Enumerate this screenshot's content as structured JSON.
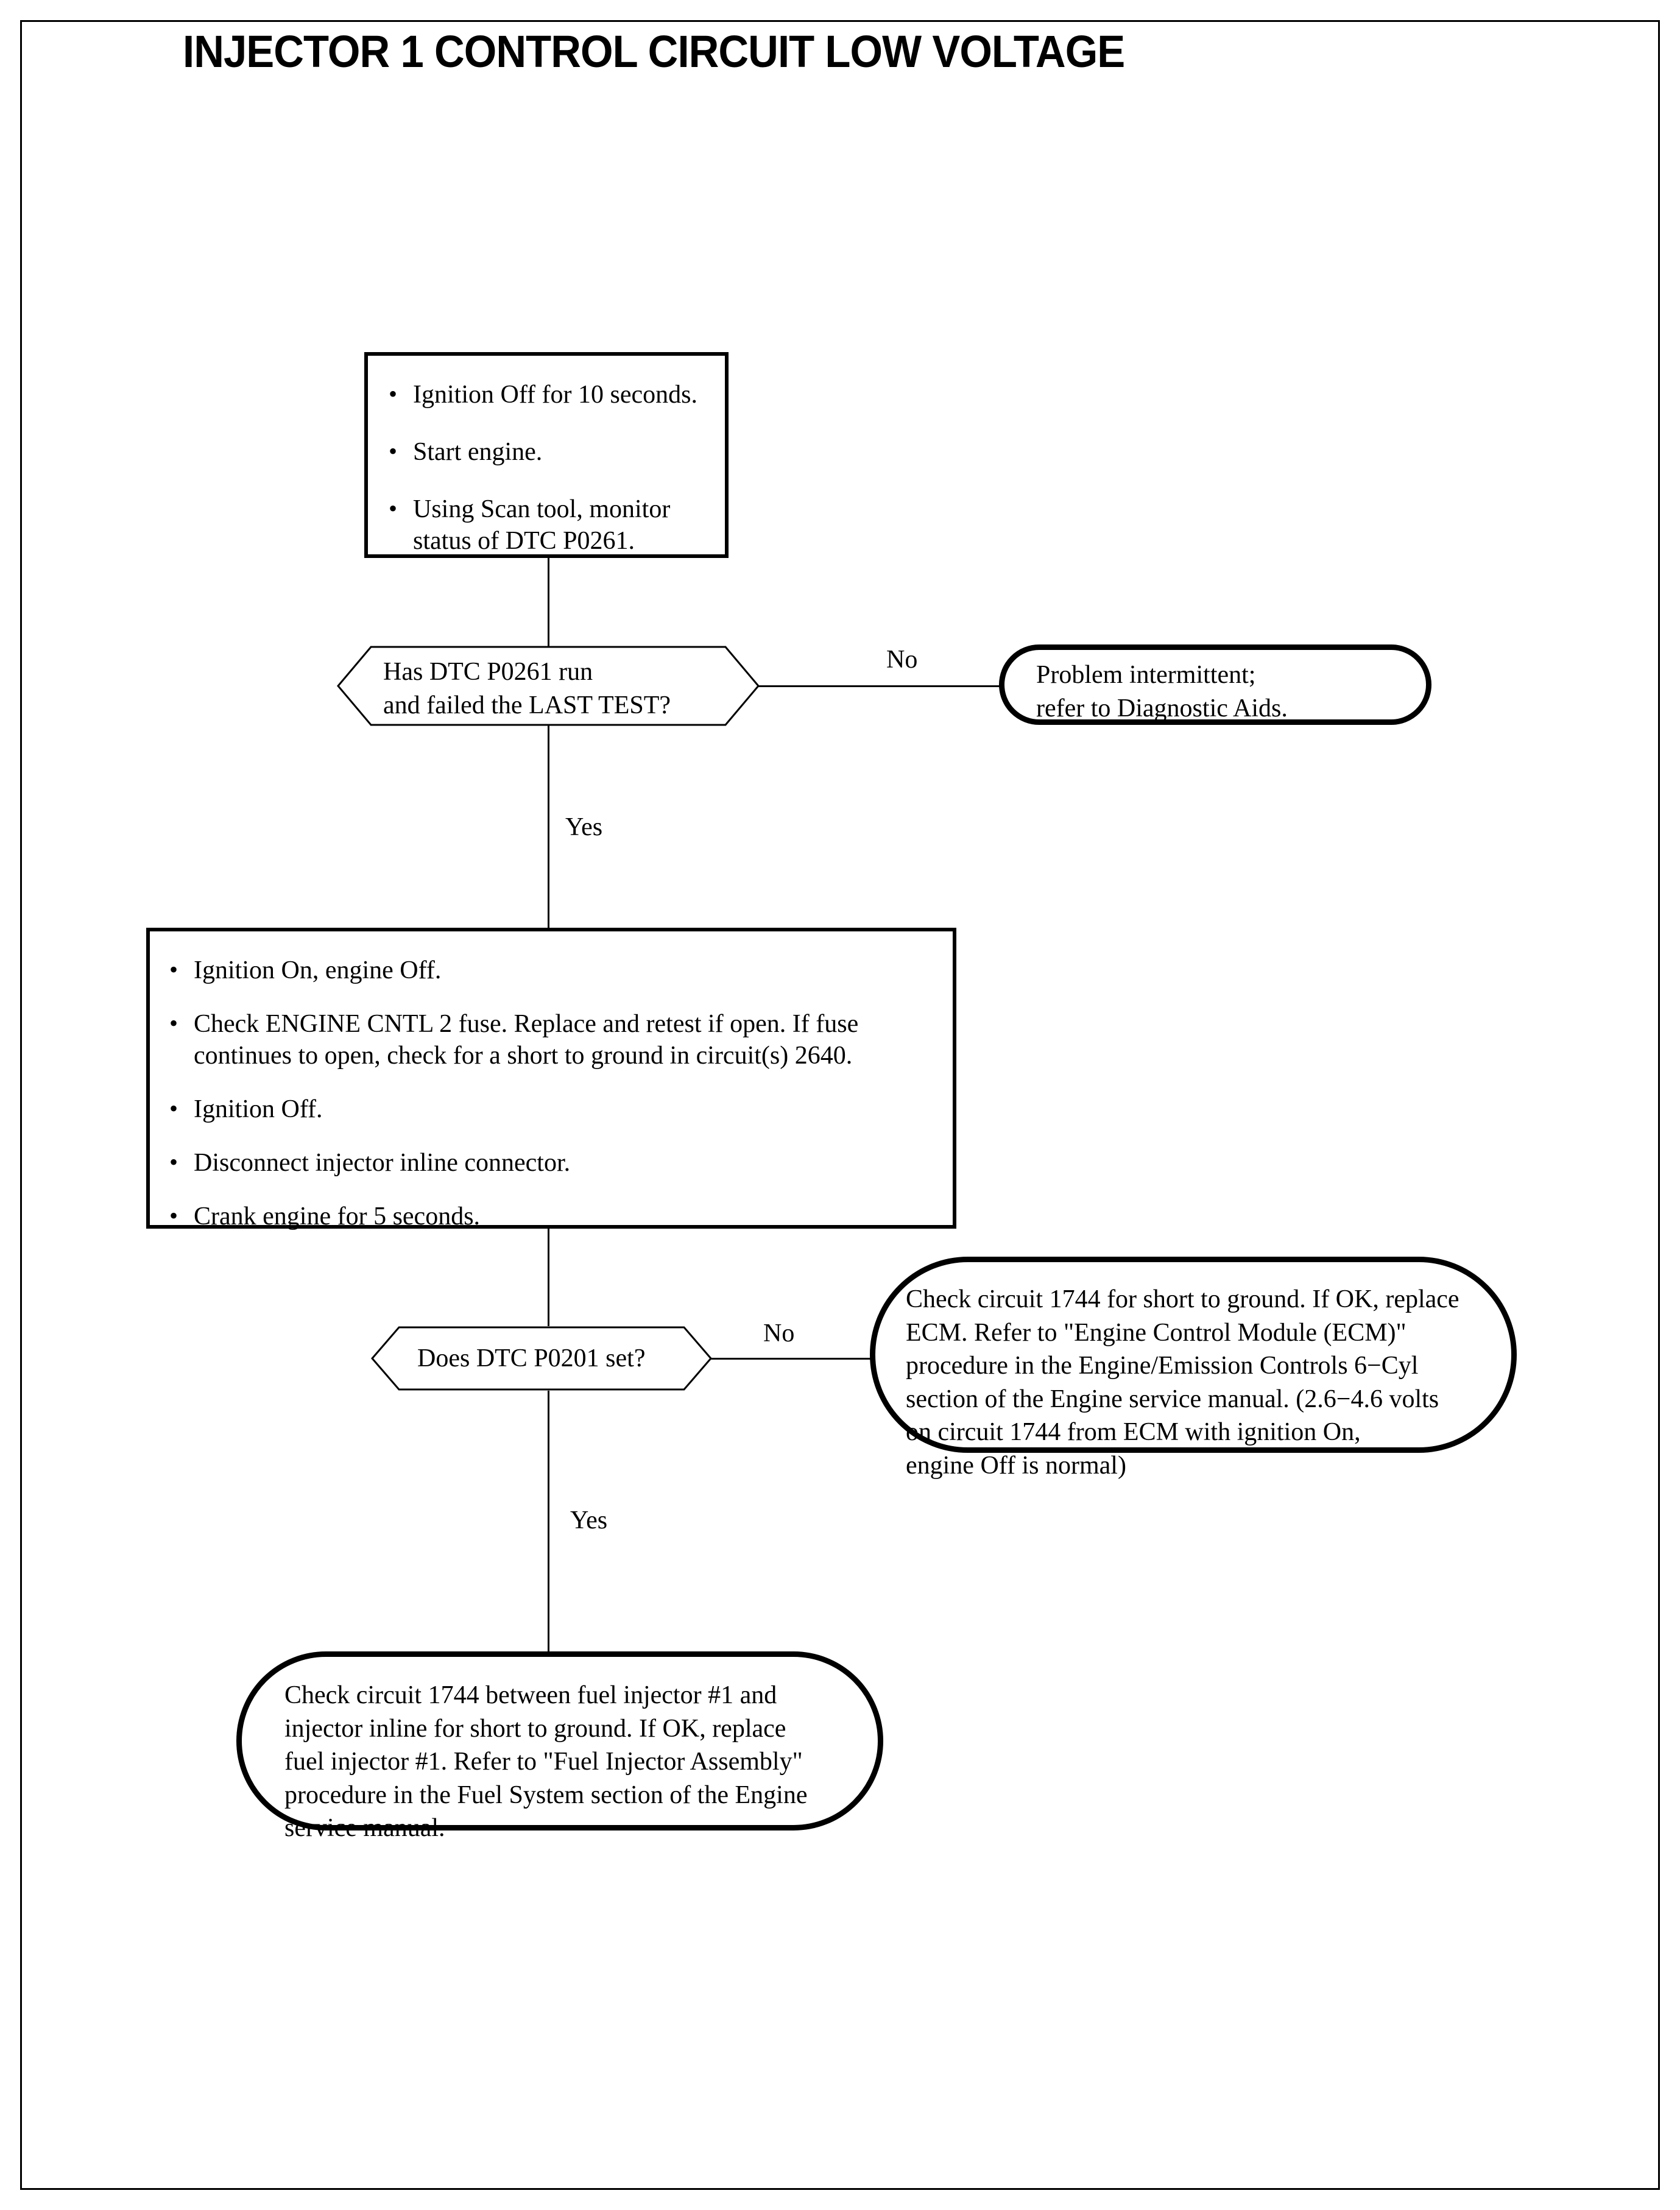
{
  "page": {
    "title": "INJECTOR 1 CONTROL CIRCUIT LOW VOLTAGE"
  },
  "nodes": {
    "step1": {
      "type": "process",
      "bullets": [
        "Ignition Off for 10 seconds.",
        "Start engine.",
        "Using Scan tool, monitor\nstatus of DTC P0261."
      ]
    },
    "decision1": {
      "type": "decision",
      "text": "Has DTC P0261 run\nand failed the LAST TEST?"
    },
    "terminal1": {
      "type": "terminator",
      "text": "Problem intermittent;\nrefer to Diagnostic Aids."
    },
    "step2": {
      "type": "process",
      "bullets": [
        "Ignition On, engine Off.",
        "Check ENGINE CNTL 2 fuse.  Replace and retest if open. If fuse\ncontinues to open, check for a short to ground in circuit(s) 2640.",
        "Ignition Off.",
        "Disconnect injector inline connector.",
        "Crank engine for 5 seconds."
      ]
    },
    "decision2": {
      "type": "decision",
      "text": "Does DTC P0201 set?"
    },
    "terminal2": {
      "type": "terminator",
      "text": "Check circuit 1744 for short to ground. If OK, replace\nECM. Refer to \"Engine Control Module (ECM)\"\nprocedure in the Engine/Emission Controls 6−Cyl\nsection of the Engine service manual. (2.6−4.6 volts\non circuit 1744 from ECM with ignition On,\nengine Off is normal)"
    },
    "terminal3": {
      "type": "terminator",
      "text": "Check circuit 1744 between fuel injector #1 and\ninjector inline for short to ground. If OK, replace\nfuel injector #1. Refer to \"Fuel Injector Assembly\"\nprocedure in the Fuel System section of the Engine\nservice manual."
    }
  },
  "edges": {
    "decision1_no": "No",
    "decision1_yes": "Yes",
    "decision2_no": "No",
    "decision2_yes": "Yes"
  },
  "bullet_glyph": "•",
  "colors": {
    "ink": "#000000",
    "paper": "#ffffff"
  }
}
